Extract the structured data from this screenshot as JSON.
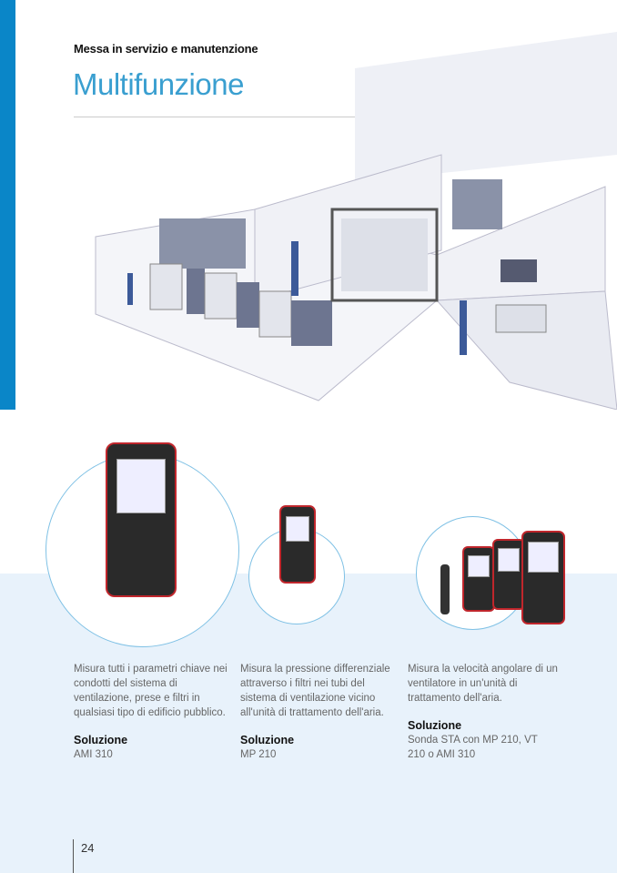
{
  "header": {
    "kicker": "Messa in servizio e manutenzione",
    "title": "Multifunzione"
  },
  "columns": [
    {
      "description": "Misura tutti i parametri chiave nei condotti del sistema di ventilazione, prese e filtri in qualsiasi tipo di edificio pubblico.",
      "solution_label": "Soluzione",
      "solution": "AMI 310"
    },
    {
      "description": "Misura la pressione differenziale attraverso i filtri nei tubi del sistema di ventilazione vicino all'unità di trattamento dell'aria.",
      "solution_label": "Soluzione",
      "solution": "MP 210"
    },
    {
      "description": "Misura la velocità angolare di un ventilatore in un'unità di trattamento dell'aria.",
      "solution_label": "Soluzione",
      "solution": "Sonda STA con MP 210, VT 210 o AMI 310"
    }
  ],
  "page_number": "24",
  "colors": {
    "accent": "#0a86c8",
    "title": "#3a9fd0",
    "band": "#e8f2fb"
  }
}
